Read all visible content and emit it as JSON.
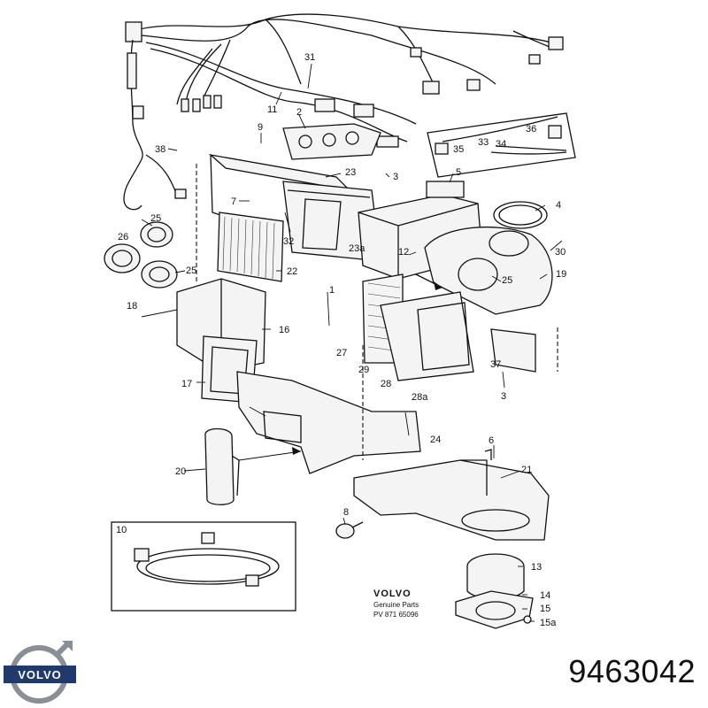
{
  "part_number": "9463042",
  "stamp": {
    "brand": "VOLVO",
    "line1": "Genuine Parts",
    "line2": "PV 871  65096"
  },
  "logo": {
    "brand": "VOLVO",
    "icon": "volvo-iron-mark-icon"
  },
  "callouts": [
    {
      "id": "c31",
      "text": "31"
    },
    {
      "id": "c11",
      "text": "11"
    },
    {
      "id": "c2",
      "text": "2"
    },
    {
      "id": "c9",
      "text": "9"
    },
    {
      "id": "c38",
      "text": "38"
    },
    {
      "id": "c36",
      "text": "36"
    },
    {
      "id": "c33",
      "text": "33"
    },
    {
      "id": "c34",
      "text": "34"
    },
    {
      "id": "c35",
      "text": "35"
    },
    {
      "id": "c23",
      "text": "23"
    },
    {
      "id": "c3a",
      "text": "3"
    },
    {
      "id": "c5",
      "text": "5"
    },
    {
      "id": "c7",
      "text": "7"
    },
    {
      "id": "c32",
      "text": "32"
    },
    {
      "id": "c4",
      "text": "4"
    },
    {
      "id": "c25a",
      "text": "25"
    },
    {
      "id": "c26",
      "text": "26"
    },
    {
      "id": "c25b",
      "text": "25"
    },
    {
      "id": "c22",
      "text": "22"
    },
    {
      "id": "c23a",
      "text": "23a"
    },
    {
      "id": "c12",
      "text": "12"
    },
    {
      "id": "c30",
      "text": "30"
    },
    {
      "id": "c19",
      "text": "19"
    },
    {
      "id": "c25c",
      "text": "25"
    },
    {
      "id": "c1",
      "text": "1"
    },
    {
      "id": "c18",
      "text": "18"
    },
    {
      "id": "c16",
      "text": "16"
    },
    {
      "id": "c27",
      "text": "27"
    },
    {
      "id": "c37",
      "text": "37"
    },
    {
      "id": "c29",
      "text": "29"
    },
    {
      "id": "c17",
      "text": "17"
    },
    {
      "id": "c28",
      "text": "28"
    },
    {
      "id": "c3b",
      "text": "3"
    },
    {
      "id": "c28a",
      "text": "28a"
    },
    {
      "id": "c24",
      "text": "24"
    },
    {
      "id": "c6",
      "text": "6"
    },
    {
      "id": "c20",
      "text": "20"
    },
    {
      "id": "c21",
      "text": "21"
    },
    {
      "id": "c8",
      "text": "8"
    },
    {
      "id": "c10",
      "text": "10"
    },
    {
      "id": "c13",
      "text": "13"
    },
    {
      "id": "c14",
      "text": "14"
    },
    {
      "id": "c15",
      "text": "15"
    },
    {
      "id": "c15a",
      "text": "15a"
    }
  ]
}
